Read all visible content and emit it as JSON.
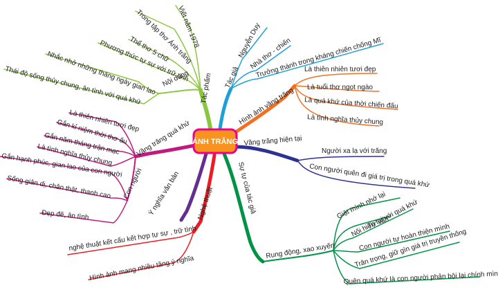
{
  "center": {
    "label": "ÁNH TRĂNG"
  },
  "colors": {
    "tac_pham": "#8cc63f",
    "tac_gia": "#1ea0d6",
    "hinh_anh": "#f37021",
    "vang_trang_hien_tai": "#2e3192",
    "su_tu": "#009245",
    "nghe_thuat": "#ed1c24",
    "y_nghia": "#662d91",
    "vang_trang_qua_khu": "#c1197e",
    "center_fill": "#f7931e",
    "center_border": "#ec008c"
  },
  "branches": {
    "tac_pham": {
      "label": "Tác phẩm",
      "items": [
        "Viết năm 1978",
        "Trong tập thơ Ánh trăng",
        "Thể thơ 5 chữ",
        "Phương thức tự sự với trữ tình"
      ],
      "noi_dung": {
        "label": "Nội dung",
        "items": [
          "Nhắc nhở những tháng ngày gian lao",
          "Thái độ sống thủy chung, ân tình với quá khứ"
        ]
      }
    },
    "tac_gia": {
      "label": "Tác giả",
      "items": [
        "Nguyễn Duy",
        "Nhà thơ - chiến",
        "Trưởng thành trong kháng chiến chống Mĩ"
      ]
    },
    "hinh_anh": {
      "label": "Hình ảnh vầng trăng",
      "items": [
        "Là thiên nhiên tươi đẹp",
        "Là tuổi thơ ngọt ngào",
        "Là quá khứ của thời chiến đấu",
        "Là tình nghĩa thủy chung"
      ]
    },
    "vang_trang_hien_tai": {
      "label": "Vầng trăng hiện tại",
      "items": [
        "Người xa lạ với trăng",
        "Con người quên đi giá trị trong quá khứ"
      ]
    },
    "su_tu": {
      "label": "Sự tự của tác giả",
      "sub_label": "Rung động, xao xuyến",
      "items": [
        "Giật mình nhớ lại",
        "Tự vấn",
        "Nối hiện tại với quá khứ",
        "Con người tự hoàn thiện mình",
        "Trân trọng, giữ gìn giá trị truyền thống",
        "Quên quá khứ là con người phản bội lại chính mình"
      ]
    },
    "nghe_thuat": {
      "label": "Nghệ thuật",
      "items": [
        "nghệ thuật kết cấu kết hợp tự sự , trữ tình",
        "Hình ảnh mang nhiều tầng ý nghĩa"
      ]
    },
    "y_nghia": {
      "label": "Ý nghĩa văn bản"
    },
    "vang_trang_qua_khu": {
      "label": "Vầng trăng quá khứ",
      "items": [
        "Là thiên nhiên tươi đẹp",
        "Gắn kỉ niệm thời thơ ấu",
        "Gắn năm tháng trận mạc",
        "Là tình nghĩa thủy chung"
      ],
      "con_nguoi": {
        "label": "Con người",
        "items": [
          "Gắn hạnh phúc, gian lao của con người",
          "Sống giản dị, chân thật, thanh cao",
          "Đẹp đẽ, ân tình"
        ]
      }
    }
  }
}
